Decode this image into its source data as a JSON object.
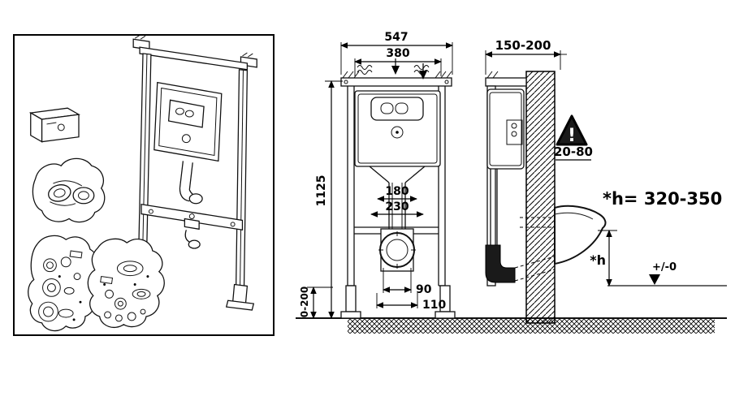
{
  "dims": {
    "total_width": "547",
    "inner_width": "380",
    "wall_distance": "150-200",
    "frame_height": "1125",
    "depth_small": "180",
    "depth_large": "230",
    "spigot_range": "20-80",
    "warning_mark": "!",
    "height_formula": "*h= 320-350",
    "height_label": "*h",
    "zero_level": "+/-0",
    "outlet_small": "90",
    "outlet_large": "110",
    "leg_adjust": "0-200"
  },
  "colors": {
    "line": "#111111",
    "background": "#ffffff"
  }
}
